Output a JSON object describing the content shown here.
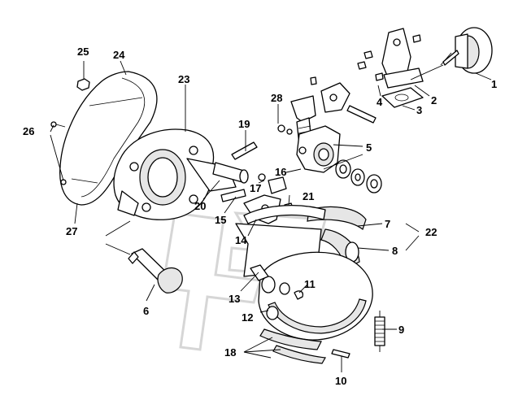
{
  "diagram": {
    "title": "Brake assembly exploded view",
    "callouts": [
      "1",
      "2",
      "3",
      "4",
      "5",
      "6",
      "7",
      "8",
      "9",
      "10",
      "11",
      "12",
      "13",
      "14",
      "15",
      "16",
      "17",
      "18",
      "19",
      "20",
      "21",
      "22",
      "23",
      "24",
      "25",
      "26",
      "27",
      "28"
    ]
  }
}
